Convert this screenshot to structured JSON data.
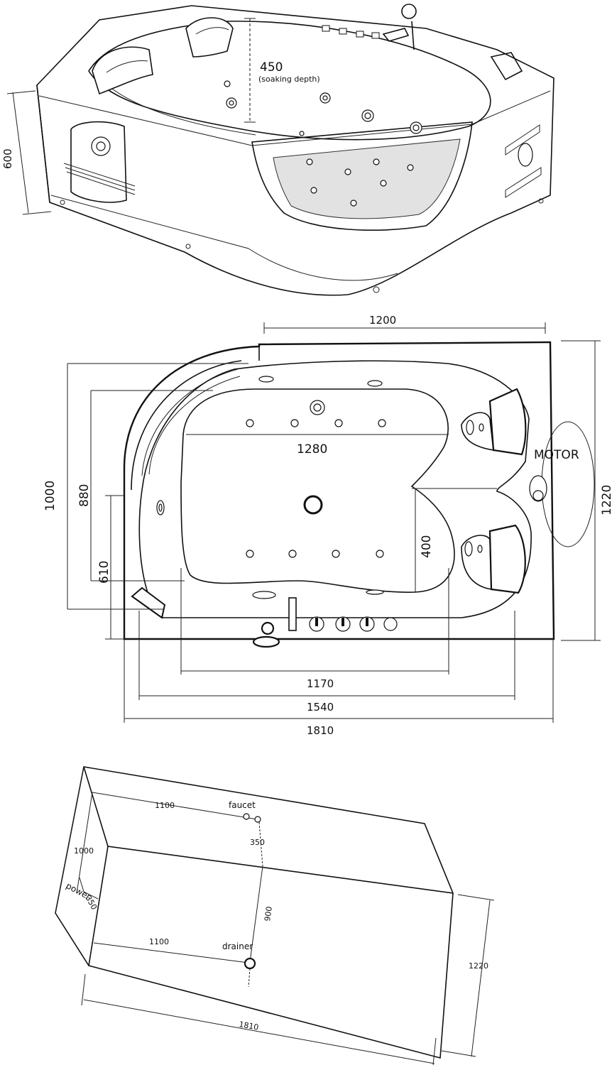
{
  "top_view": {
    "height_label": "600",
    "depth_value": "450",
    "depth_note": "(soaking depth)"
  },
  "plan_view": {
    "width_inner": "1200",
    "length_inner": "1280",
    "headrest_gap": "400",
    "motor_label": "MOTOR",
    "side_1000": "1000",
    "side_880": "880",
    "side_610": "610",
    "side_1220": "1220",
    "bottom_1170": "1170",
    "bottom_1540": "1540",
    "bottom_1810": "1810"
  },
  "install_view": {
    "top_1100": "1100",
    "faucet_label": "faucet",
    "faucet_offset": "350",
    "left_1000": "1000",
    "power_label": "power",
    "power_offset": "350",
    "center_900": "900",
    "bottom_1100": "1100",
    "drainer_label": "drainer",
    "right_1220": "1220",
    "bottom_1810": "1810"
  }
}
